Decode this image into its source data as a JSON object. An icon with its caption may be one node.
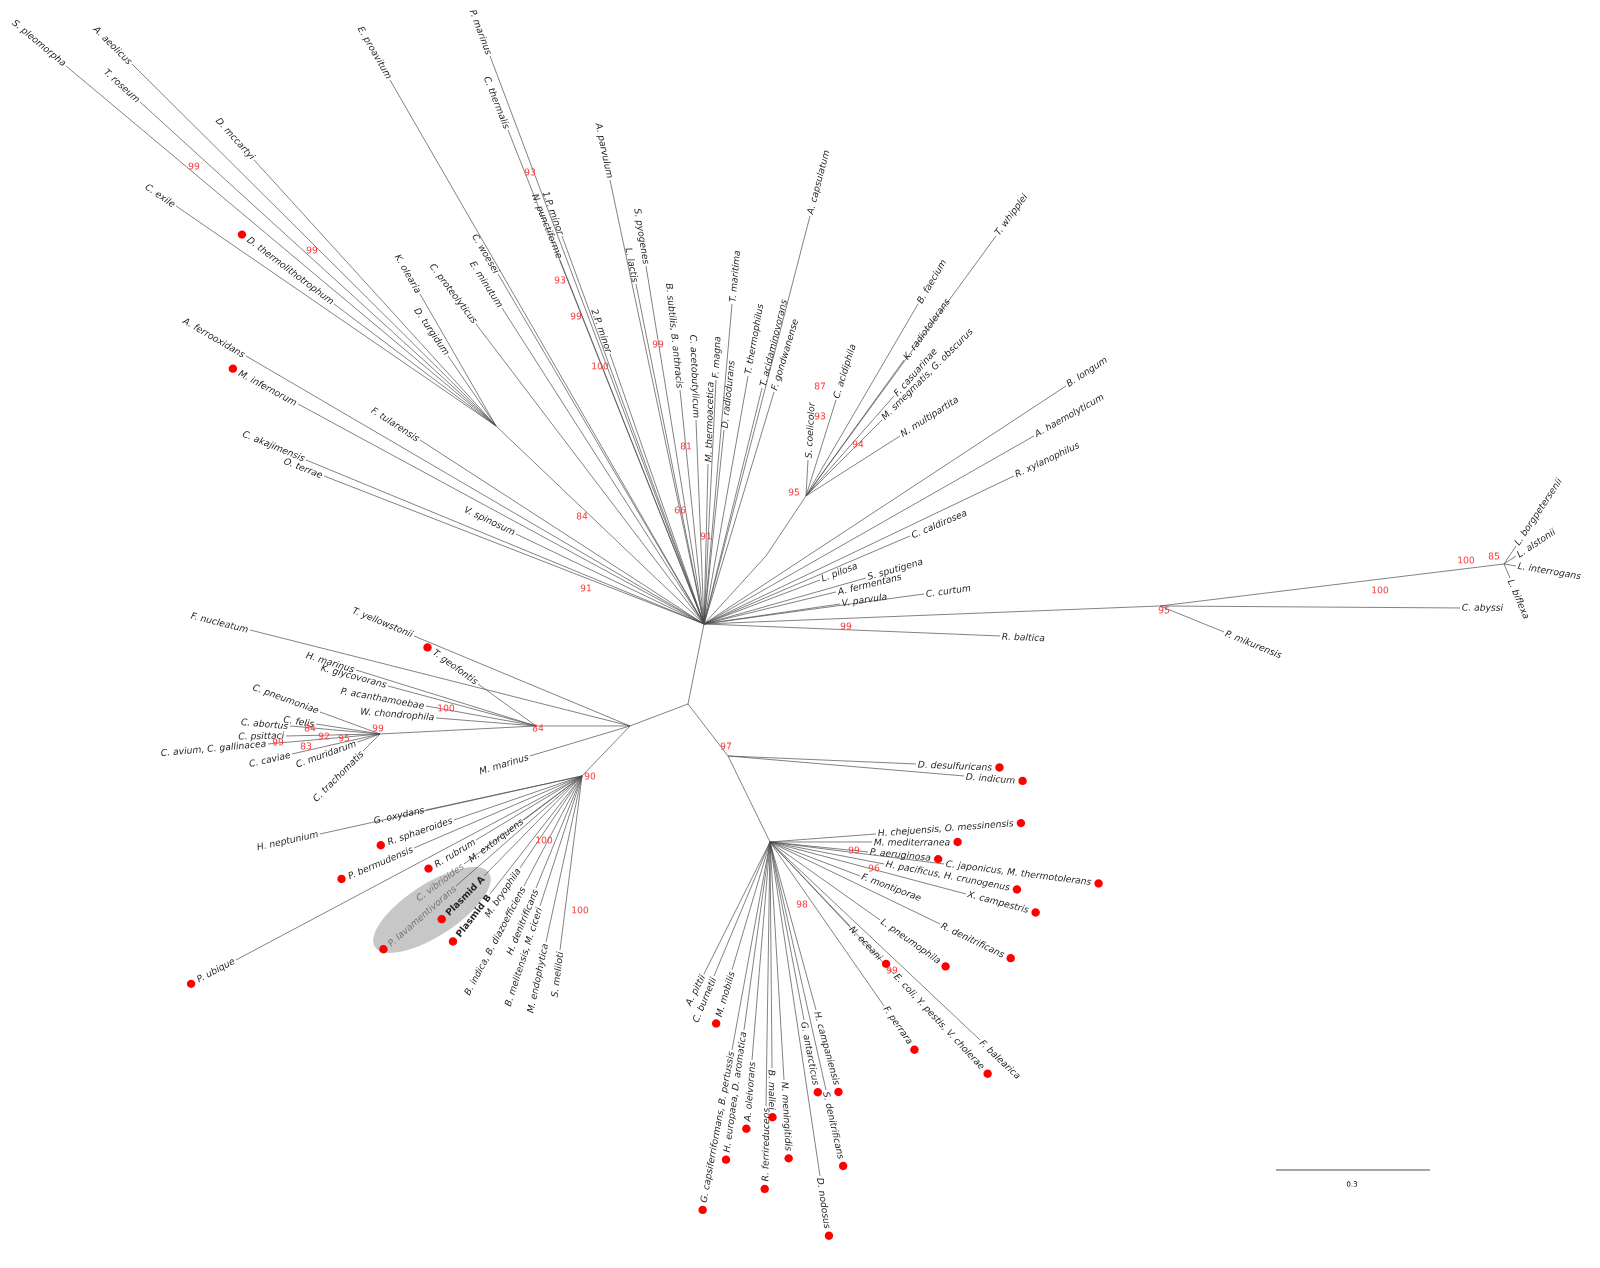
{
  "diagram": {
    "labels": [
      "S. pleomorpha",
      "A. aeolicus",
      "T. roseum",
      "D. mccartyi",
      "C. exile",
      "D. thermolithotrophum",
      "E. proavitum",
      "P. marinus",
      "C. thermalis",
      "N. punctiforme",
      "1.P. minor",
      "C. woesei",
      "E. minutum",
      "C. proteolyticus",
      "K. olearia",
      "A. ferrooxidans",
      "D. turgidum",
      "M. infernorum",
      "F. tularensis",
      "C. akajimensis",
      "O. terrae",
      "V. spinosum",
      "A. parvulum",
      "2.P. minor",
      "L. lactis",
      "S. pyogenes",
      "B. subtilis, B. anthracis",
      "C. acetobutylicum",
      "M. thermoacetica",
      "T. maritima",
      "F. magna",
      "D. radiodurans",
      "T. thermophilus",
      "T. acidaminovorans",
      "F. gondwanense",
      "A. capsulatum",
      "S. coelicolor",
      "C. acidiphila",
      "B. faecium",
      "K. radiotolerans",
      "T. whipplei",
      "F. casuarinae",
      "M. smegmatis, G. obscurus",
      "N. multipartita",
      "B. longum",
      "A. haemolyticum",
      "R. xylanophilus",
      "C. caldirosea",
      "L. pilosa",
      "S. sputigena",
      "A. fermentans",
      "V. parvula",
      "C. curtum",
      "R. baltica",
      "P. mikurensis",
      "C. abyssi",
      "L. borgpetersenii",
      "L. alstonii",
      "L. interrogans",
      "L. biflexa",
      "F. nucleatum",
      "T. yellowstonii",
      "T. geofontis",
      "H. marinus",
      "K. glycovorans",
      "P. acanthamoebae",
      "W. chondrophila",
      "C. pneumoniae",
      "C. felis",
      "C. abortus",
      "C. psittaci",
      "C. avium, C. gallinacea",
      "C. caviae",
      "C. muridarum",
      "C. trachomatis",
      "M. marinus",
      "H. neptunium",
      "G. oxydans",
      "R. sphaeroides",
      "P. bermudensis",
      "P. ubique",
      "R. rubrum",
      "C. vibrioides",
      "P. lavamentivorans",
      "Plasmid A",
      "Plasmid B",
      "M. extorquens",
      "M. bryophila",
      "B. indica, B. diazoefficiens",
      "B. melitensis, M. ciceri",
      "H. denitrificans",
      "M. endophytica",
      "S. meliloti",
      "D. desulfuricans",
      "D. indicum",
      "H. chejuensis, O. messinensis",
      "M. mediterranea",
      "P. aeruginosa",
      "C. japonicus, M. thermotolerans",
      "H. pacificus, H. crunogenus",
      "X. campestris",
      "F. montiporae",
      "N. oceani",
      "L. pneumophila",
      "R. denitrificans",
      "E. coli, Y. pestis, V. cholerae",
      "F. perrara",
      "F. balearica",
      "A. pittii",
      "C. burnetii",
      "M. mobilis",
      "G. capsiferriformans, B. pertussis",
      "H. europaea, D. aromatica",
      "A. oleivorans",
      "B. mallei",
      "R. ferrireducens",
      "N. meningitidis",
      "G. antarcticus",
      "H. campaniensis",
      "S. denitrificans",
      "D. nodosus",
      "99",
      "99",
      "93",
      "93",
      "99",
      "100",
      "84",
      "91",
      "99",
      "81",
      "66",
      "91",
      "95",
      "93",
      "87",
      "94",
      "99",
      "95",
      "100",
      "100",
      "85",
      "100",
      "84",
      "84",
      "92",
      "95",
      "99",
      "99",
      "83",
      "90",
      "100",
      "100",
      "97",
      "99",
      "96",
      "98",
      "99",
      "0.3"
    ]
  }
}
